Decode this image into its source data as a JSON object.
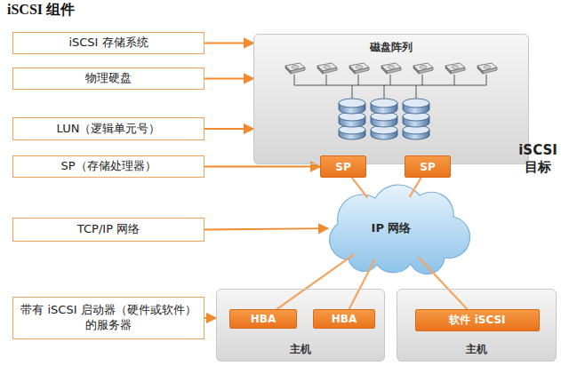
{
  "diagram": {
    "title": "iSCSI 组件",
    "nodes": [
      {
        "text": [
          "iSCSI 存储系统"
        ]
      },
      {
        "text": [
          "物理硬盘"
        ]
      },
      {
        "text": [
          "LUN（逻辑单元号）"
        ]
      },
      {
        "text": [
          "SP（存储处理器）"
        ]
      },
      {
        "text": [
          "TCP/IP 网络"
        ]
      },
      {
        "text": [
          "带有 iSCSI 启动器（硬件或软件）的服务器"
        ]
      },
      {
        "text": [
          "磁盘阵列"
        ]
      },
      {
        "text": [
          "SP"
        ],
        "in": 6
      },
      {
        "text": [
          "SP"
        ],
        "in": 6
      },
      {
        "text": [
          "IP 网络"
        ]
      },
      {
        "text": [
          "主机"
        ]
      },
      {
        "text": [
          "HBA"
        ],
        "in": 10
      },
      {
        "text": [
          "HBA"
        ],
        "in": 10
      },
      {
        "text": [
          "主机"
        ]
      },
      {
        "text": [
          "软件 iSCSI"
        ],
        "in": 13
      }
    ],
    "edges": [
      {
        "from": 0,
        "to": 6,
        "arrow": "to"
      },
      {
        "from": 1,
        "to": 6,
        "arrow": "to"
      },
      {
        "from": 2,
        "to": 6,
        "arrow": "to"
      },
      {
        "from": 3,
        "to": 7,
        "arrow": "to"
      },
      {
        "from": 4,
        "to": 9,
        "arrow": "to"
      },
      {
        "from": 5,
        "to": 10,
        "arrow": "to"
      },
      {
        "from": 7,
        "to": 9,
        "arrow": "none"
      },
      {
        "from": 8,
        "to": 9,
        "arrow": "none"
      },
      {
        "from": 9,
        "to": 11,
        "arrow": "none"
      },
      {
        "from": 9,
        "to": 12,
        "arrow": "none"
      },
      {
        "from": 9,
        "to": 14,
        "arrow": "none"
      }
    ],
    "labels": [
      "iSCSI 目标"
    ]
  }
}
